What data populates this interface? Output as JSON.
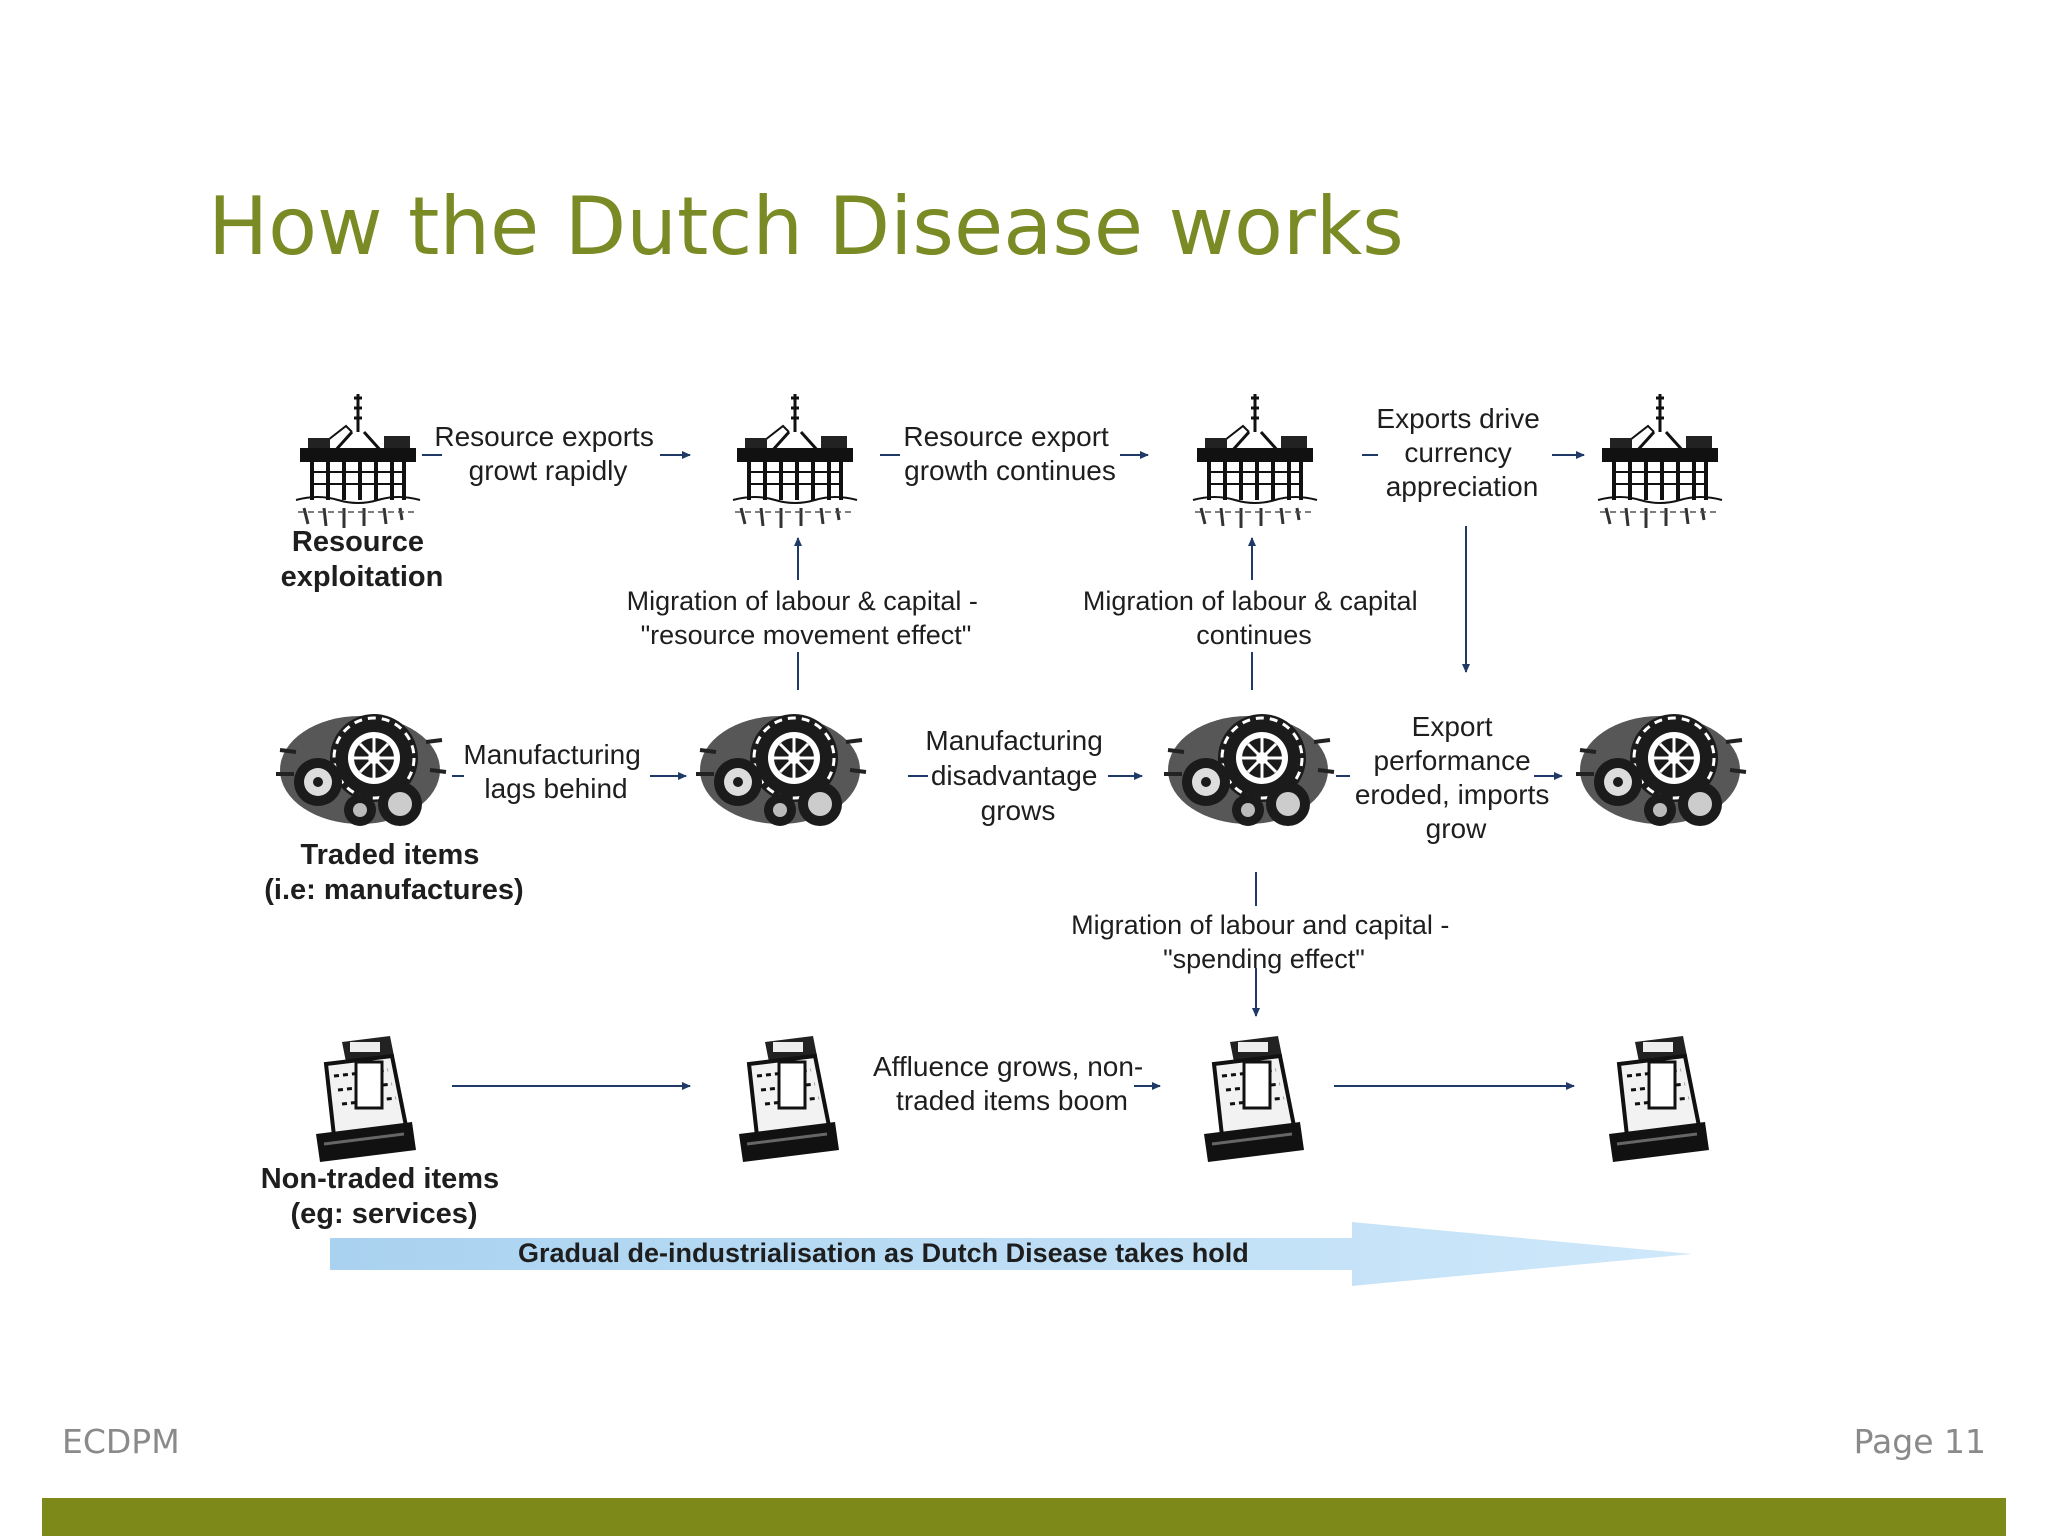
{
  "slide": {
    "title": "How the Dutch Disease works",
    "footer_left": "ECDPM",
    "footer_right": "Page 11"
  },
  "colors": {
    "title": "#7a8a24",
    "footer_bar": "#7d8a1a",
    "progress_arrow": "#b9dcf4",
    "arrow": "#1f3a66"
  },
  "diagram": {
    "rows": {
      "resource": [
        "Resource",
        "exploitation"
      ],
      "traded": [
        "Traded items",
        "(i.e: manufactures)"
      ],
      "nontraded": [
        "Non-traded items",
        "(eg: services)"
      ]
    },
    "icons": {
      "resource": "oil-rig-icon",
      "traded": "gears-icon",
      "nontraded": "cash-register-icon"
    },
    "resource_arrows": [
      [
        "Resource exports",
        "growt rapidly"
      ],
      [
        "Resource export",
        "growth continues"
      ],
      [
        "Exports drive",
        "currency",
        "appreciation"
      ]
    ],
    "traded_arrows": [
      [
        "Manufacturing",
        "lags behind"
      ],
      [
        "Manufacturing",
        "disadvantage",
        "grows"
      ],
      [
        "Export",
        "performance",
        "eroded, imports",
        "grow"
      ]
    ],
    "nontraded_arrows": [
      [],
      [
        "Affluence grows, non-",
        "traded items boom"
      ],
      []
    ],
    "migrations": [
      [
        "Migration of labour & capital -",
        "\"resource movement effect\""
      ],
      [
        "Migration of labour & capital",
        "continues"
      ],
      [
        "Migration of labour and capital -",
        "\"spending effect\""
      ]
    ],
    "progress_label": "Gradual de-industrialisation as Dutch Disease takes hold"
  }
}
